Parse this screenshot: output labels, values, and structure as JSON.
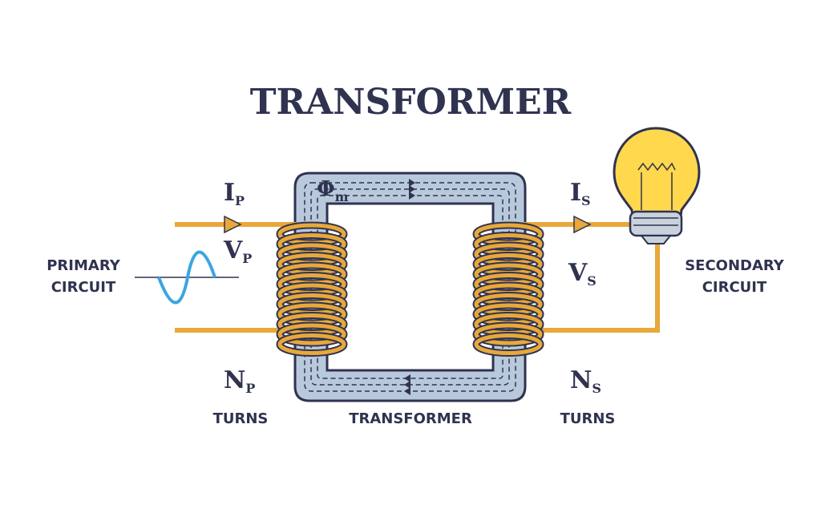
{
  "title": "TRANSFORMER",
  "core_label": "TRANSFORMER",
  "flux": {
    "symbol": "Φ",
    "sub": "m"
  },
  "primary": {
    "label_line1": "PRIMARY",
    "label_line2": "CIRCUIT",
    "current": {
      "symbol": "I",
      "sub": "P"
    },
    "voltage": {
      "symbol": "V",
      "sub": "P"
    },
    "turns": {
      "symbol": "N",
      "sub": "P"
    },
    "turns_label": "TURNS"
  },
  "secondary": {
    "label_line1": "SECONDARY",
    "label_line2": "CIRCUIT",
    "current": {
      "symbol": "I",
      "sub": "S"
    },
    "voltage": {
      "symbol": "V",
      "sub": "S"
    },
    "turns": {
      "symbol": "N",
      "sub": "S"
    },
    "turns_label": "TURNS"
  },
  "colors": {
    "text": "#2f3350",
    "core_fill": "#b9c9dc",
    "core_stroke": "#2f3350",
    "coil": "#e8a83a",
    "wire": "#e8a83a",
    "sine": "#3aa6df",
    "bulb": "#ffd84d",
    "bulb_base": "#c9d2dc"
  }
}
